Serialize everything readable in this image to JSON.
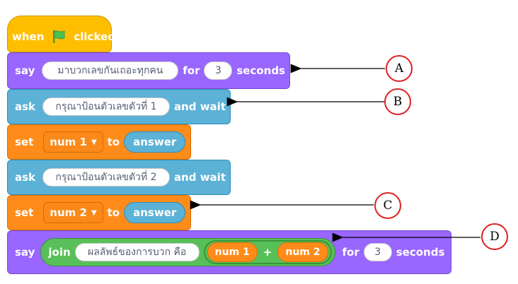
{
  "blocks": {
    "hat": {
      "when": "when",
      "clicked": "clicked"
    },
    "say1": {
      "say": "say",
      "message": "มาบวกเลขกันเถอะทุกคน",
      "for": "for",
      "seconds_value": "3",
      "seconds": "seconds"
    },
    "ask1": {
      "ask": "ask",
      "question": "กรุณาป้อนตัวเลขตัวที่ 1",
      "and_wait": "and wait"
    },
    "set1": {
      "set": "set",
      "variable": "num 1",
      "to": "to",
      "value": "answer"
    },
    "ask2": {
      "ask": "ask",
      "question": "กรุณาป้อนตัวเลขตัวที่ 2",
      "and_wait": "and wait"
    },
    "set2": {
      "set": "set",
      "variable": "num 2",
      "to": "to",
      "value": "answer"
    },
    "say2": {
      "say": "say",
      "join": "join",
      "join_text": "ผลลัพธ์ของการบวก คือ",
      "left_var": "num 1",
      "plus": "+",
      "right_var": "num 2",
      "for": "for",
      "seconds_value": "3",
      "seconds": "seconds"
    }
  },
  "callouts": {
    "a": "A",
    "b": "B",
    "c": "C",
    "d": "D"
  },
  "colors": {
    "events": "#ffbf00",
    "looks": "#9966ff",
    "sensing": "#5cb1d6",
    "variables": "#ff8c1a",
    "operators": "#59c059",
    "flag": "#4cbf56",
    "callout_border": "#e02020"
  },
  "icons": {
    "flag": "green-flag-icon",
    "dropdown": "chevron-down-icon"
  }
}
